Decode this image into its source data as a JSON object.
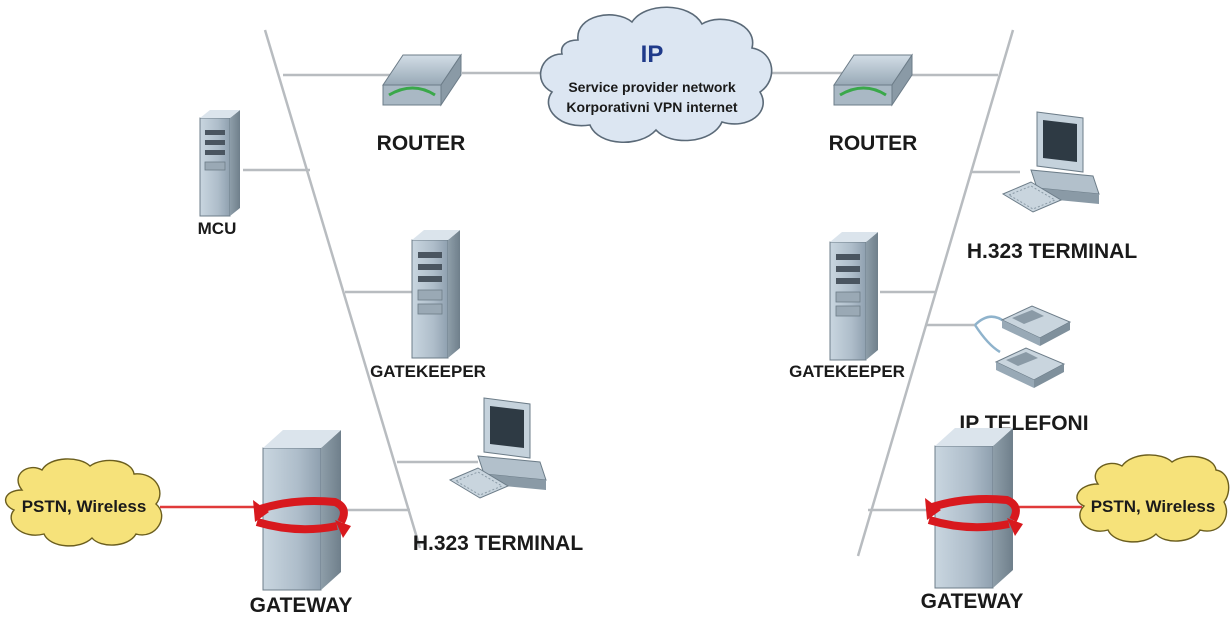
{
  "cloud": {
    "title": "IP",
    "line1": "Service provider network",
    "line2": "Korporativni VPN internet"
  },
  "left": {
    "router": "ROUTER",
    "mcu": "MCU",
    "gatekeeper": "GATEKEEPER",
    "terminal": "H.323 TERMINAL",
    "gateway": "GATEWAY",
    "pstn": "PSTN, Wireless"
  },
  "right": {
    "router": "ROUTER",
    "terminal": "H.323 TERMINAL",
    "gatekeeper": "GATEKEEPER",
    "phones": "IP TELEFONI",
    "gateway": "GATEWAY",
    "pstn": "PSTN, Wireless"
  },
  "colors": {
    "network_line": "#b8bcc0",
    "pstn_link": "#e03a3a",
    "cloud_fill": "#dce6f2",
    "pstn_cloud_fill": "#f6e27a",
    "device_body": "#b8c7d4",
    "arrow": "#d8191e"
  }
}
